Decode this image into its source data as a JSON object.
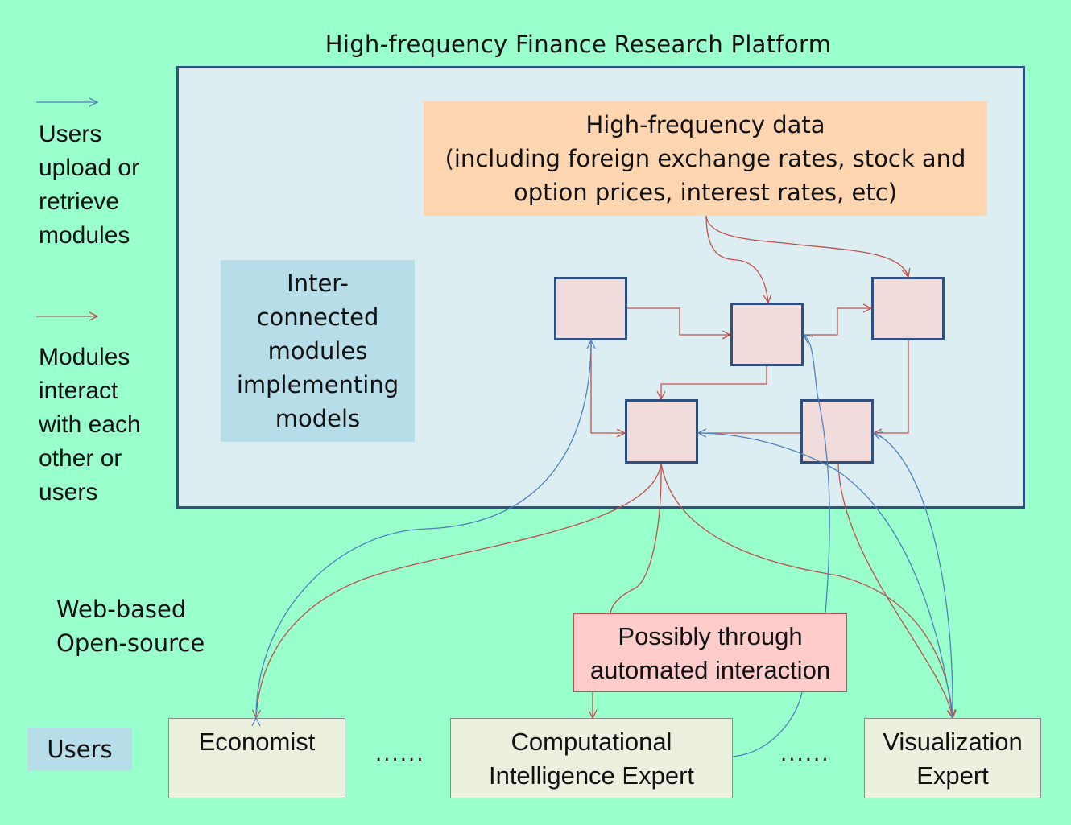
{
  "title": "High-frequency Finance Research Platform",
  "hf_data": {
    "line1": "High-frequency data",
    "line2": "(including foreign exchange rates, stock and",
    "line3": "option prices, interest rates, etc)"
  },
  "inter_box": [
    "Inter-",
    "connected",
    "modules",
    "implementing",
    "models"
  ],
  "legend": {
    "blue_color": "#4f81bd",
    "red_color": "#c0504d",
    "blue_text": [
      "Users",
      "upload or",
      "retrieve",
      "modules"
    ],
    "red_text": [
      "Modules",
      "interact",
      "with each",
      "other or",
      "users"
    ]
  },
  "web_based": [
    "Web-based",
    "Open-source"
  ],
  "users_label": "Users",
  "automated": [
    "Possibly through",
    "automated interaction"
  ],
  "user_boxes": {
    "economist": [
      "Economist"
    ],
    "ci_expert": [
      "Computational",
      "Intelligence Expert"
    ],
    "viz_expert": [
      "Visualization",
      "Expert"
    ]
  },
  "ellipsis": "......"
}
